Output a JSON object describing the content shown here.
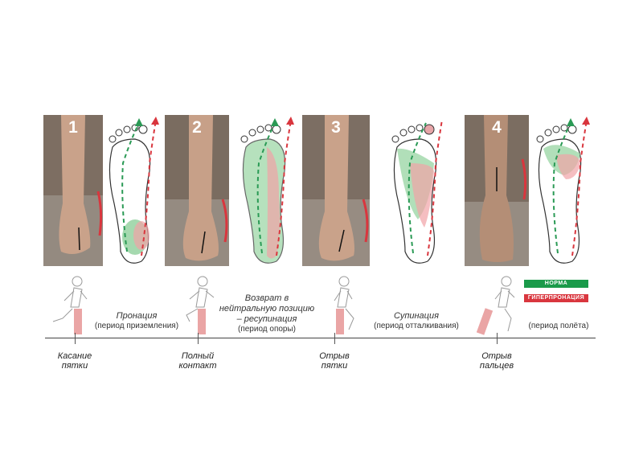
{
  "phases": [
    {
      "number": "1"
    },
    {
      "number": "2"
    },
    {
      "number": "3"
    },
    {
      "number": "4"
    }
  ],
  "periods": {
    "pronation_title": "Пронация",
    "pronation_sub": "(период приземления)",
    "return_line1": "Возврат в",
    "return_line2": "нейтральную позицию",
    "return_line3": "– ресупинация",
    "return_sub": "(период опоры)",
    "supination_title": "Супинация",
    "supination_sub": "(период отталкивания)",
    "flight_sub": "(период полёта)"
  },
  "events": [
    {
      "line1": "Касание",
      "line2": "пятки"
    },
    {
      "line1": "Полный",
      "line2": "контакт"
    },
    {
      "line1": "Отрыв",
      "line2": "пятки"
    },
    {
      "line1": "Отрыв",
      "line2": "пальцев"
    }
  ],
  "legend": {
    "norm": "НОРМА",
    "hyper": "ГИПЕРПРОНАЦИЯ",
    "norm_color": "#1a9a4a",
    "hyper_color": "#d9363e"
  }
}
